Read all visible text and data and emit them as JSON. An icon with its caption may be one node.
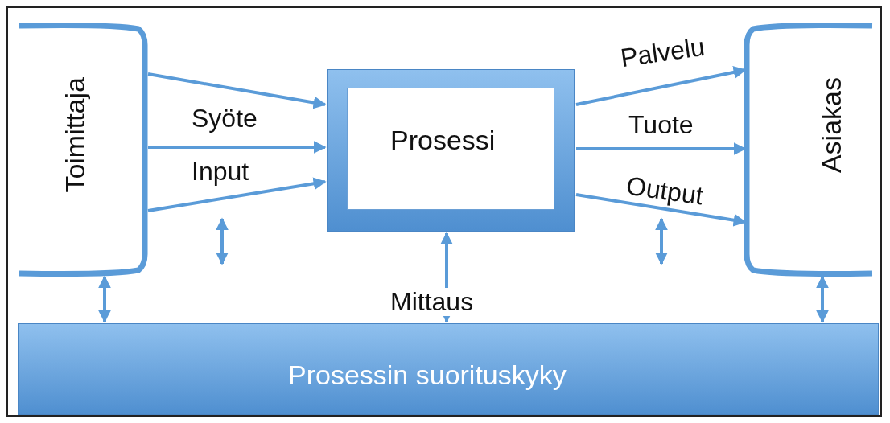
{
  "diagram": {
    "nodes": [
      {
        "text": [
          "Toimittaja"
        ]
      },
      {
        "text": [
          "Prosessi"
        ]
      },
      {
        "text": [
          "Asiakas"
        ]
      },
      {
        "text": [
          "Prosessin suorituskyky"
        ]
      }
    ],
    "edges": [
      {
        "from": 0,
        "to": 1,
        "arrow": "to"
      },
      {
        "from": 0,
        "to": 1,
        "arrow": "to"
      },
      {
        "from": 0,
        "to": 1,
        "arrow": "to"
      },
      {
        "from": 1,
        "to": 2,
        "arrow": "to",
        "label": "Palvelu"
      },
      {
        "from": 1,
        "to": 2,
        "arrow": "to",
        "label": "Tuote"
      },
      {
        "from": 1,
        "to": 2,
        "arrow": "to",
        "label": "Output"
      },
      {
        "from": 0,
        "to": 3,
        "arrow": "both"
      },
      {
        "from": 1,
        "to": 3,
        "arrow": "both",
        "label": "Mittaus"
      },
      {
        "from": 2,
        "to": 3,
        "arrow": "both"
      }
    ],
    "labels": [
      "Syöte",
      "Input"
    ]
  }
}
